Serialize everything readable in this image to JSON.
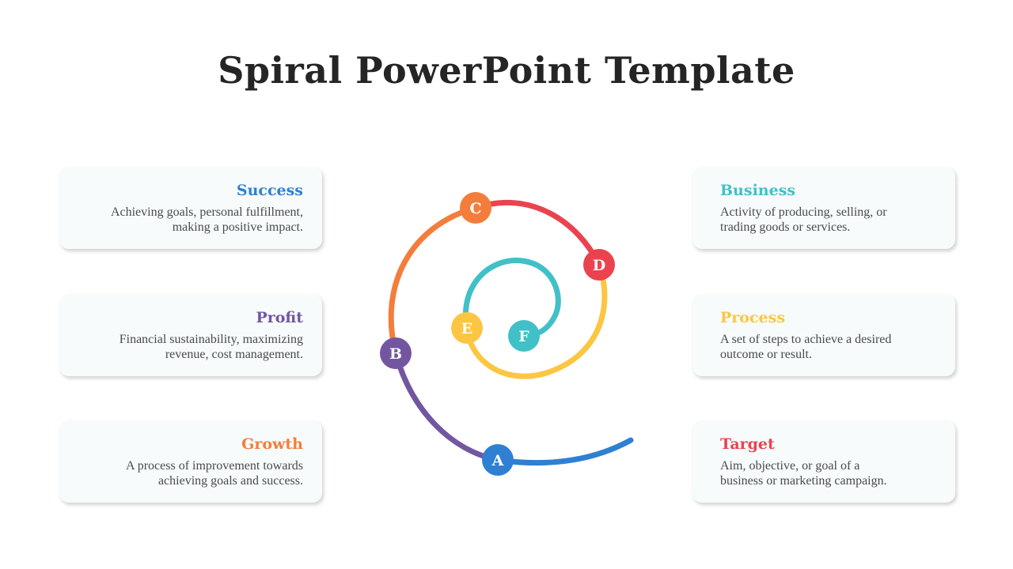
{
  "title": "Spiral PowerPoint Template",
  "colors": {
    "blue": "#2f80d3",
    "purple": "#7356a0",
    "orange": "#f47d3c",
    "red": "#ea434f",
    "yellow": "#fcc642",
    "teal": "#41c0c8"
  },
  "cards": {
    "success": {
      "title": "Success",
      "desc": "Achieving goals, personal fulfillment,\nmaking a positive impact."
    },
    "profit": {
      "title": "Profit",
      "desc": "Financial sustainability, maximizing\nrevenue, cost management."
    },
    "growth": {
      "title": "Growth",
      "desc": "A process of improvement towards\nachieving goals and success."
    },
    "business": {
      "title": "Business",
      "desc": "Activity of producing, selling, or\ntrading goods or services."
    },
    "process": {
      "title": "Process",
      "desc": "A set of steps to achieve a desired\noutcome or result."
    },
    "target": {
      "title": "Target",
      "desc": "Aim, objective, or goal of a\nbusiness or marketing campaign."
    }
  },
  "nodes": {
    "a": "A",
    "b": "B",
    "c": "C",
    "d": "D",
    "e": "E",
    "f": "F"
  }
}
